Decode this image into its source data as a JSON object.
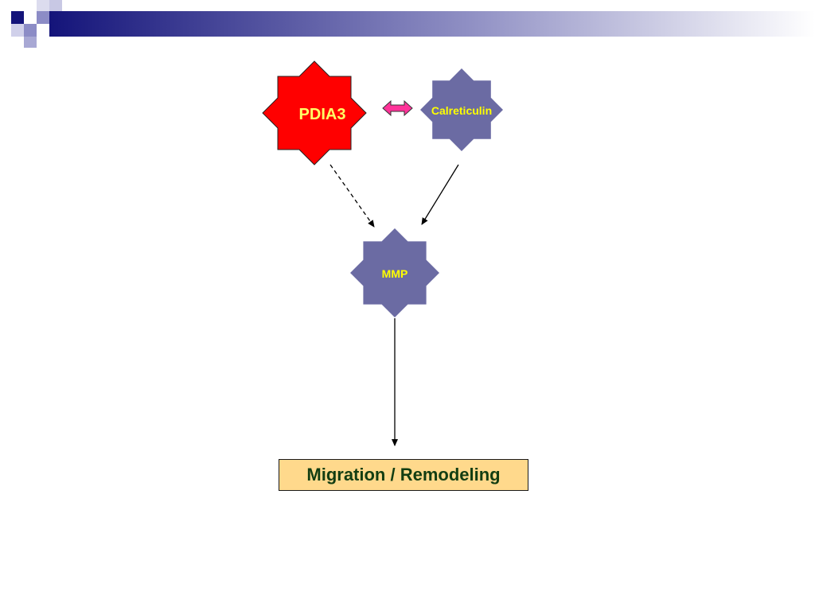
{
  "colors": {
    "pdia3_fill": "#ff0000",
    "pdia3_text": "#ffff66",
    "node_fill": "#6b6ba3",
    "node_text": "#ffff00",
    "double_arrow_fill": "#ff3399",
    "outcome_fill": "#ffd98c",
    "outcome_text": "#123d12",
    "header_dark": "#14147a",
    "header_light": "#b8b8dc"
  },
  "nodes": {
    "pdia3": {
      "label": "PDIA3",
      "icon": "eight-point-star"
    },
    "calreticulin": {
      "label": "Calreticulin",
      "icon": "eight-point-star"
    },
    "mmp": {
      "label": "MMP",
      "icon": "eight-point-star"
    }
  },
  "edges": [
    {
      "from": "PDIA3",
      "to": "Calreticulin",
      "style": "double-arrow"
    },
    {
      "from": "PDIA3",
      "to": "MMP",
      "style": "dashed-arrow"
    },
    {
      "from": "Calreticulin",
      "to": "MMP",
      "style": "solid-arrow"
    },
    {
      "from": "MMP",
      "to": "Migration / Remodeling",
      "style": "solid-arrow"
    }
  ],
  "outcome": {
    "label": "Migration / Remodeling"
  }
}
